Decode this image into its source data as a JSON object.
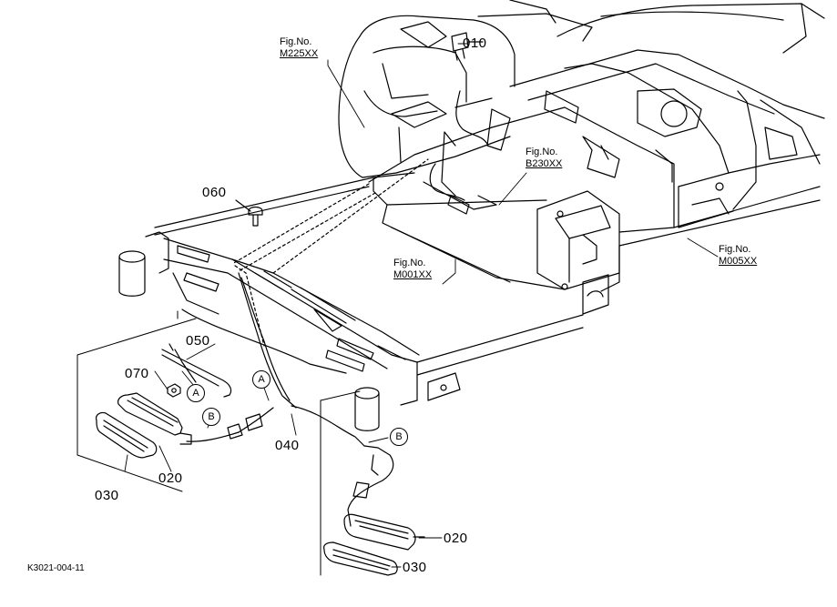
{
  "parts": {
    "p010": "010",
    "p060": "060",
    "p050": "050",
    "p070": "070",
    "p040": "040",
    "p030_left": "030",
    "p020_left": "020",
    "p020_right": "020",
    "p030_right": "030"
  },
  "figure_refs": {
    "m225": {
      "label": "Fig.No.",
      "code": "M225XX"
    },
    "b230": {
      "label": "Fig.No.",
      "code": "B230XX"
    },
    "m001": {
      "label": "Fig.No.",
      "code": "M001XX"
    },
    "m005": {
      "label": "Fig.No.",
      "code": "M005XX"
    }
  },
  "connectors": {
    "a1": "A",
    "a2": "A",
    "b1": "B",
    "b2": "B"
  },
  "diagram_code": "K3021-004-11"
}
